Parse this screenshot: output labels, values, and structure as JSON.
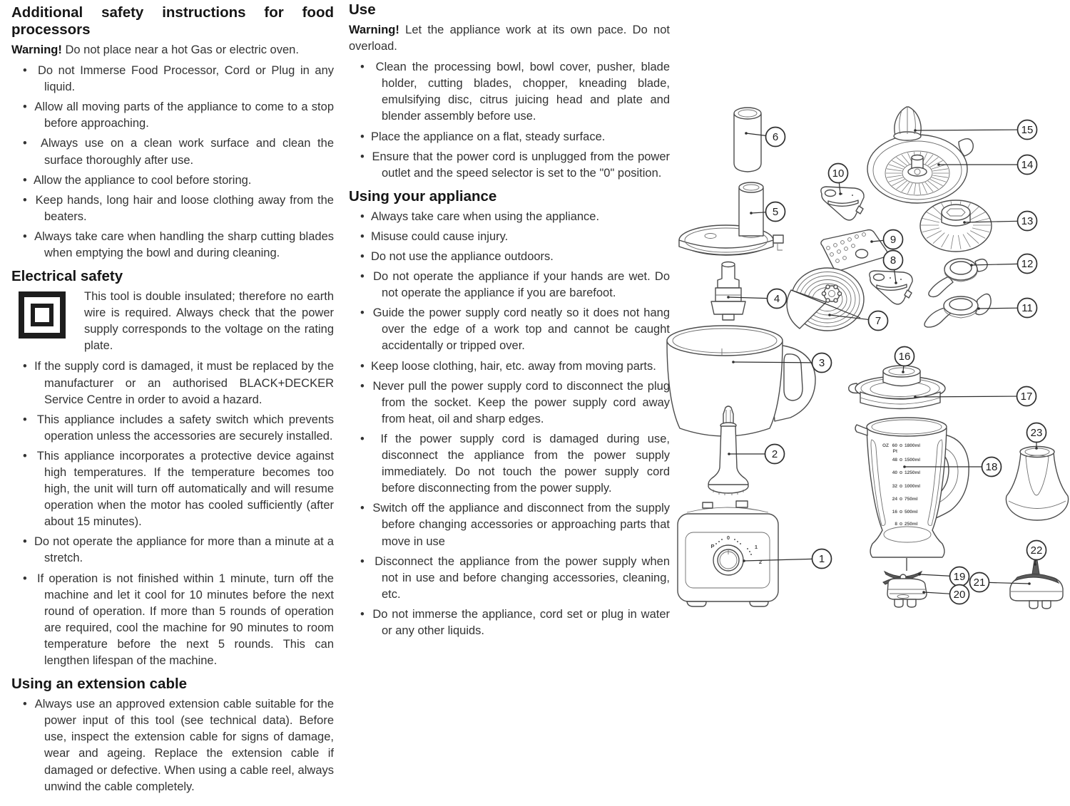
{
  "left_column": {
    "safety": {
      "heading": "Additional safety instructions for food processors",
      "warning_label": "Warning!",
      "warning_text": "Do not place near a hot Gas or electric oven.",
      "bullets": [
        "Do not Immerse Food Processor, Cord or Plug in any liquid.",
        "Allow all moving parts of the appliance to come to a stop before approaching.",
        "Always use on a clean work surface and clean the surface thoroughly after use.",
        "Allow the appliance to cool before storing.",
        "Keep hands, long hair and loose clothing away from the beaters.",
        "Always take care when handling the sharp cutting blades when emptying the bowl and during cleaning."
      ]
    },
    "electrical": {
      "heading": "Electrical safety",
      "insulation_note": "This tool is double insulated; therefore no earth wire is required. Always check that the power supply corresponds to the voltage on the rating plate.",
      "bullets": [
        "If the supply cord is damaged, it must be replaced by the manufacturer or an authorised BLACK+DECKER Service Centre in order to avoid a hazard.",
        "This appliance includes a safety switch which prevents operation unless the accessories are securely installed.",
        "This appliance incorporates a protective device against high temperatures. If the temperature becomes too high, the unit will turn off automatically and will resume operation when the motor has cooled sufficiently (after about 15 minutes).",
        "Do not operate the appliance for more than a minute at a stretch.",
        "If operation is not finished within 1 minute, turn off the machine and let it cool for 10 minutes before the next round of operation. If more than 5 rounds of operation are required, cool the machine for 90 minutes to room temperature before the next 5 rounds. This can lengthen lifespan of the machine."
      ]
    },
    "extension": {
      "heading": "Using an extension cable",
      "bullets": [
        "Always use an approved extension cable suitable for the power input of this tool (see technical data). Before use, inspect the extension cable for signs of damage, wear and ageing. Replace the extension cable if damaged or defective. When using a cable reel, always unwind the cable completely."
      ]
    }
  },
  "middle_column": {
    "use": {
      "heading": "Use",
      "warning_label": "Warning!",
      "warning_text": "Let the appliance work at its own pace. Do not overload.",
      "bullets": [
        "Clean the processing bowl, bowl cover, pusher, blade holder, cutting blades, chopper, kneading blade, emulsifying disc, citrus juicing head and plate and blender assembly before use.",
        "Place the appliance on a flat, steady surface.",
        "Ensure that the power cord is unplugged from the power outlet and the speed selector is set to the \"0\" position."
      ]
    },
    "using_appliance": {
      "heading": "Using your appliance",
      "bullets": [
        "Always take care when using the appliance.",
        "Misuse could cause injury.",
        "Do not use the appliance outdoors.",
        "Do not operate the appliance if your hands are wet. Do not operate the appliance if you are barefoot.",
        "Guide the power supply cord neatly so it does not hang over the edge of a work top and cannot be caught accidentally or tripped over.",
        "Keep loose clothing, hair, etc. away from moving parts.",
        "Never pull the power supply cord to disconnect the plug from the socket. Keep the power supply cord away from heat, oil and sharp edges.",
        "If the power supply cord is damaged during use, disconnect the appliance from the power supply immediately. Do not touch the power supply cord before disconnecting from the power supply.",
        "Switch off the appliance and disconnect from the supply before changing accessories or approaching parts that move in use",
        "Disconnect the appliance from the power supply when not in use and before changing accessories, cleaning, etc.",
        "Do not immerse the appliance, cord set or plug in water or any other liquids."
      ]
    }
  },
  "diagram": {
    "callouts": [
      "1",
      "2",
      "3",
      "4",
      "5",
      "6",
      "7",
      "8",
      "9",
      "10",
      "11",
      "12",
      "13",
      "14",
      "15",
      "16",
      "17",
      "18",
      "19",
      "20",
      "21",
      "22",
      "23"
    ],
    "dial": {
      "labels": [
        "P",
        "0",
        "1",
        "2"
      ]
    },
    "jug_scale": {
      "unit": "OZ",
      "sub": "Pt",
      "rows": [
        {
          "oz": "60",
          "ml": "1800ml"
        },
        {
          "oz": "48",
          "ml": "1500ml"
        },
        {
          "oz": "40",
          "ml": "1250ml"
        },
        {
          "oz": "32",
          "ml": "1000ml"
        },
        {
          "oz": "24",
          "ml": "750ml"
        },
        {
          "oz": "16",
          "ml": "500ml"
        },
        {
          "oz": "8",
          "ml": "250ml"
        }
      ]
    }
  }
}
